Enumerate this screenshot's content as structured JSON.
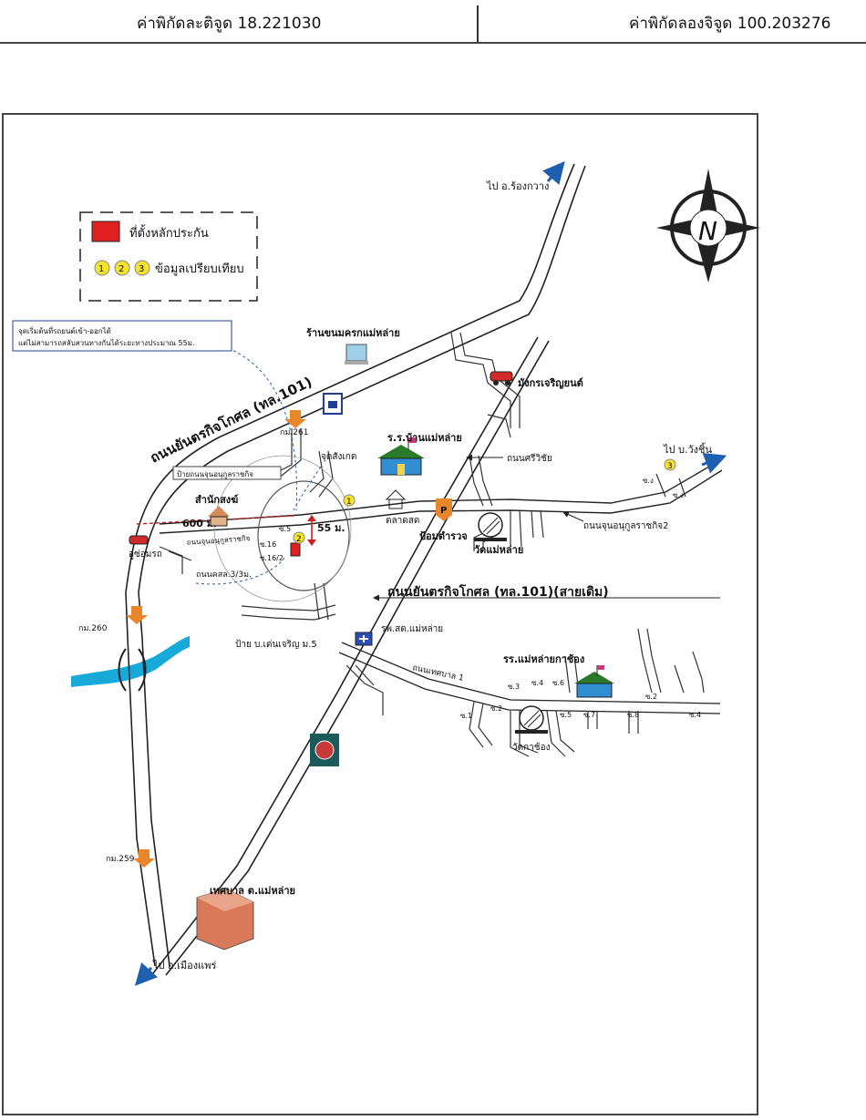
{
  "header": {
    "latitude": "ค่าพิกัดละติจูด 18.221030",
    "longitude": "ค่าพิกัดลองจิจูด 100.203276"
  },
  "legend": {
    "collateral": "ที่ตั้งหลักประกัน",
    "markers": [
      "1",
      "2",
      "3"
    ],
    "comparison": "ข้อมูลเปรียบเทียบ"
  },
  "north": "N",
  "note": {
    "line1": "จุดเริ่มต้นที่รถยนต์เข้า-ออกได้",
    "line2": "แต่ไม่สามารถสลับสวนทางกันได้ระยะทางประมาณ 55ม."
  },
  "labels": {
    "to_rong_kwang": "ไป อ.ร้องกวาง",
    "to_wang_chin": "ไป บ.วังชิ้น",
    "to_mueang_phrae": "ไป อ.เมืองแพร่",
    "shop_nom": "ร้านขนมครกแม่หล่าย",
    "mangkorn": "มังกรเจริญยนต์",
    "main_road": "ถนนยันตรกิจโกศล (ทล.101)",
    "km261": "กม.261",
    "km260": "กม.260",
    "km259": "กม.259",
    "school_ban_mae_lai": "ร.ร.บ้านแม่หล่าย",
    "sri_wichai_road": "ถนนศรีวิชัย",
    "junction": "จุดสังเกต",
    "sign_road": "ป้ายถนนจุนอนุกูลราชกิจ",
    "office": "สำนักสงฆ์",
    "dist600": "600 ม.",
    "dist55": "55 ม.",
    "soi_road_side": "ถนนจุนอนุกูลราชกิจ",
    "soi5": "ซ.5",
    "soi16": "ซ.16",
    "soi16_2": "ซ.16/2",
    "kosol_road": "ถนนคสล.3/3ม.",
    "garage": "อู่ซ่อมรถ",
    "market": "ตลาดสด",
    "police": "ป้อมตำรวจ",
    "wat_mae_lai": "วัดแม่หล่าย",
    "junthra_road": "ถนนจุนอนุกูลราชกิจ2",
    "old_main_road": "ถนนยันตรกิจโกศล (ทล.101)(สายเดิม)",
    "hospital": "รพ.สต.แม่หล่าย",
    "sign_ban": "ป้าย บ.เด่นเจริญ ม.5",
    "municipal_road": "ถนนเทศบาล 1",
    "school_kachong": "รร.แม่หล่ายกาช้อง",
    "wat_kachong": "วัดกาช้อง",
    "municipality": "เทศบาล ต.แม่หล่าย",
    "s1": "ซ.1",
    "s2": "ซ.2",
    "s3": "ซ.3",
    "s4": "ซ.4",
    "s5": "ซ.5",
    "s6": "ซ.6",
    "s7": "ซ.7",
    "s8": "ซ.8",
    "s2b": "ซ.2",
    "s4b": "ซ.4",
    "s_a": "ซ.ง",
    "s_b": "ซ.ง"
  },
  "colors": {
    "collateral": "#e02020",
    "marker": "#f5e42a",
    "arrow": "#1f5fb0",
    "river": "#17a9d8",
    "km": "#e8872a",
    "dist": "#cc1f1f"
  }
}
